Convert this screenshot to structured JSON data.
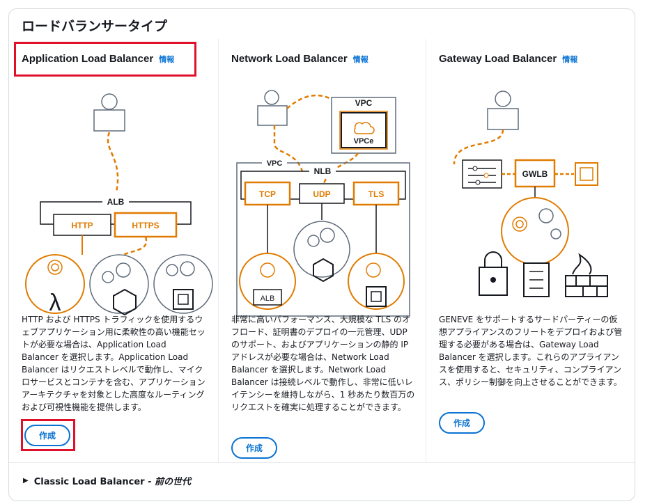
{
  "panel": {
    "title": "ロードバランサータイプ"
  },
  "cards": [
    {
      "title": "Application Load Balancer",
      "info": "情報",
      "description": "HTTP および HTTPS トラフィックを使用するウェブアプリケーション用に柔軟性の高い機能セットが必要な場合は、Application Load Balancer を選択します。Application Load Balancer はリクエストレベルで動作し、マイクロサービスとコンテナを含む、アプリケーションアーキテクチャを対象とした高度なルーティングおよび可視性機能を提供します。",
      "create_label": "作成",
      "diagram": {
        "group": "ALB",
        "proto1": "HTTP",
        "proto2": "HTTPS"
      }
    },
    {
      "title": "Network Load Balancer",
      "info": "情報",
      "description": "非常に高いパフォーマンス、大規模な TLS のオフロード、証明書のデプロイの一元管理、UDP のサポート、およびアプリケーションの静的 IP アドレスが必要な場合は、Network Load Balancer を選択します。Network Load Balancer は接続レベルで動作し、非常に低いレイテンシーを維持しながら、1 秒あたり数百万のリクエストを確実に処理することができます。",
      "create_label": "作成",
      "diagram": {
        "vpc_top": "VPC",
        "vpce": "VPCe",
        "vpc": "VPC",
        "group": "NLB",
        "proto1": "TCP",
        "proto2": "UDP",
        "proto3": "TLS",
        "target": "ALB"
      }
    },
    {
      "title": "Gateway Load Balancer",
      "info": "情報",
      "description": "GENEVE をサポートするサードパーティーの仮想アプライアンスのフリートをデプロイおよび管理する必要がある場合は、Gateway Load Balancer を選択します。これらのアプライアンスを使用すると、セキュリティ、コンプライアンス、ポリシー制御を向上させることができます。",
      "create_label": "作成",
      "diagram": {
        "group": "GWLB"
      }
    }
  ],
  "footer": {
    "classic_label": "Classic Load Balancer - ",
    "classic_suffix": "前の世代"
  },
  "colors": {
    "accent_orange": "#e07b00",
    "link_blue": "#0972d3",
    "highlight_red": "#e0102b"
  }
}
